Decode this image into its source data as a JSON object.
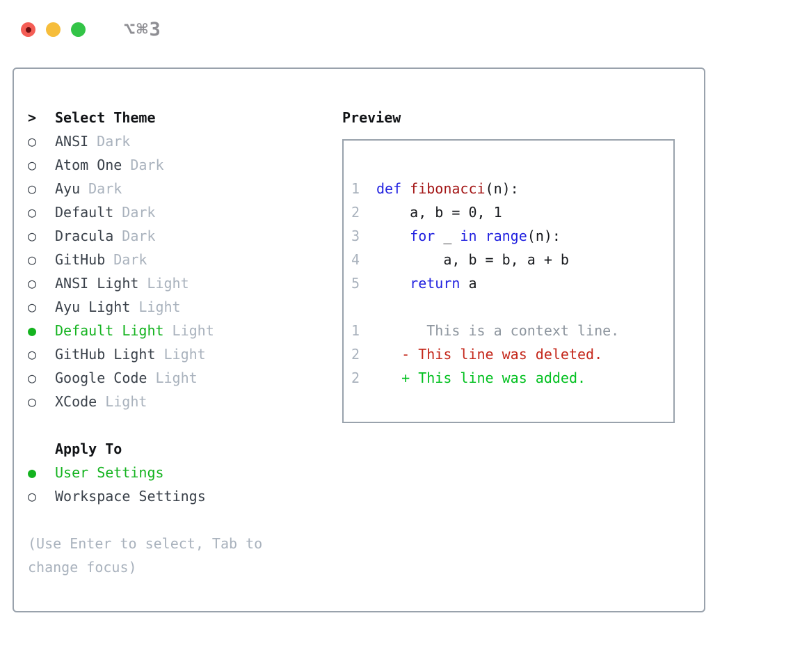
{
  "window": {
    "shortcut_label": "⌥⌘3",
    "traffic_lights": {
      "close_color": "#f45d55",
      "minimize_color": "#f6bd3b",
      "zoom_color": "#33c447"
    }
  },
  "theme_picker": {
    "header": {
      "marker": ">",
      "label": "Select Theme"
    },
    "items": [
      {
        "marker": "○",
        "name": "ANSI",
        "variant": "Dark",
        "selected": false
      },
      {
        "marker": "○",
        "name": "Atom One",
        "variant": "Dark",
        "selected": false
      },
      {
        "marker": "○",
        "name": "Ayu",
        "variant": "Dark",
        "selected": false
      },
      {
        "marker": "○",
        "name": "Default",
        "variant": "Dark",
        "selected": false
      },
      {
        "marker": "○",
        "name": "Dracula",
        "variant": "Dark",
        "selected": false
      },
      {
        "marker": "○",
        "name": "GitHub",
        "variant": "Dark",
        "selected": false
      },
      {
        "marker": "○",
        "name": "ANSI Light",
        "variant": "Light",
        "selected": false
      },
      {
        "marker": "○",
        "name": "Ayu Light",
        "variant": "Light",
        "selected": false
      },
      {
        "marker": "●",
        "name": "Default Light",
        "variant": "Light",
        "selected": true
      },
      {
        "marker": "○",
        "name": "GitHub Light",
        "variant": "Light",
        "selected": false
      },
      {
        "marker": "○",
        "name": "Google Code",
        "variant": "Light",
        "selected": false
      },
      {
        "marker": "○",
        "name": "XCode",
        "variant": "Light",
        "selected": false
      }
    ],
    "apply_to": {
      "label": "Apply To",
      "options": [
        {
          "marker": "●",
          "label": "User Settings",
          "selected": true
        },
        {
          "marker": "○",
          "label": "Workspace Settings",
          "selected": false
        }
      ]
    },
    "hint": "(Use Enter to select, Tab to\nchange focus)"
  },
  "preview": {
    "title": "Preview",
    "code_lines": [
      {
        "num": "1",
        "tokens": [
          {
            "t": "def"
          },
          {
            "t": " "
          },
          {
            "t": "fibonacci"
          },
          {
            "t": "(n):"
          }
        ]
      },
      {
        "num": "2",
        "tokens": [
          {
            "t": "    a, b = 0, 1"
          }
        ]
      },
      {
        "num": "3",
        "tokens": [
          {
            "t": "    "
          },
          {
            "t": "for"
          },
          {
            "t": " _ "
          },
          {
            "t": "in"
          },
          {
            "t": " "
          },
          {
            "t": "range"
          },
          {
            "t": "(n):"
          }
        ]
      },
      {
        "num": "4",
        "tokens": [
          {
            "t": "        a, b = b, a + b"
          }
        ]
      },
      {
        "num": "5",
        "tokens": [
          {
            "t": "    "
          },
          {
            "t": "return"
          },
          {
            "t": " a"
          }
        ]
      }
    ],
    "diff_lines": [
      {
        "num": "1",
        "text": "      This is a context line.",
        "kind": "context"
      },
      {
        "num": "2",
        "text": "   - This line was deleted.",
        "kind": "deleted"
      },
      {
        "num": "2",
        "text": "   + This line was added.",
        "kind": "added"
      }
    ]
  },
  "colors": {
    "frame_border": "#99a2ac",
    "selection_green": "#14b31f",
    "added_green": "#00c01e",
    "deleted_red": "#c4271a",
    "keyword_blue": "#2222e0",
    "function_red": "#a31515",
    "muted_gray": "#a9b2bd",
    "context_gray": "#8d959e",
    "text_dark": "#3a414a",
    "heading_black": "#121417",
    "shortcut_gray": "#8e8e93"
  }
}
